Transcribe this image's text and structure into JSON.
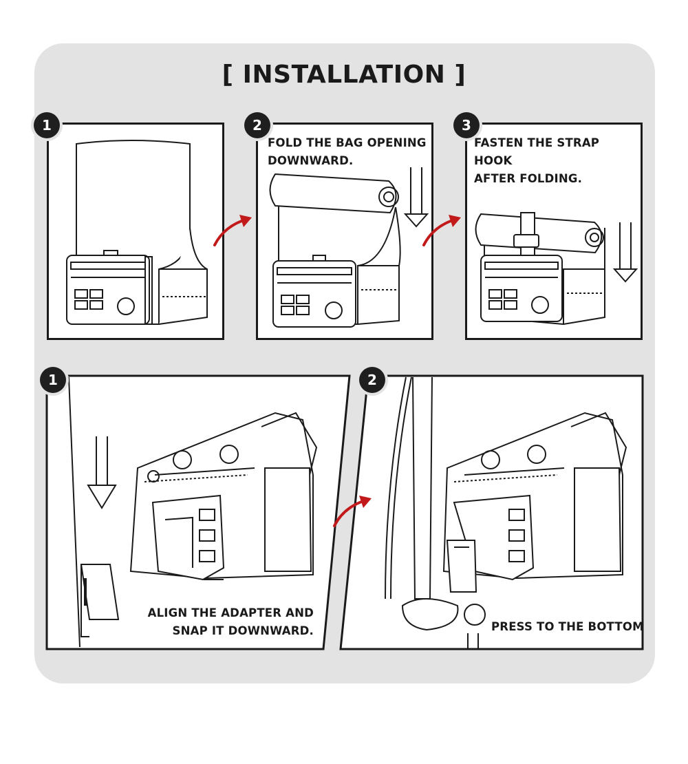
{
  "title": "[ INSTALLATION ]",
  "colors": {
    "card": "#e3e3e3",
    "ink": "#1a1a1a",
    "arrow": "#c21a1a"
  },
  "top_steps": [
    {
      "number": "1",
      "line1": "",
      "line2": ""
    },
    {
      "number": "2",
      "line1": "FOLD THE BAG OPENING",
      "line2": "DOWNWARD."
    },
    {
      "number": "3",
      "line1": "FASTEN THE STRAP HOOK",
      "line2": "AFTER FOLDING."
    }
  ],
  "bottom_steps": [
    {
      "number": "1",
      "line1": "ALIGN THE ADAPTER AND",
      "line2": "SNAP IT DOWNWARD."
    },
    {
      "number": "2",
      "line1": "PRESS TO THE BOTTOM",
      "line2": ""
    }
  ],
  "icons": {
    "step_arrow": "red-curved-arrow-icon",
    "direction": "down-arrow-icon"
  }
}
